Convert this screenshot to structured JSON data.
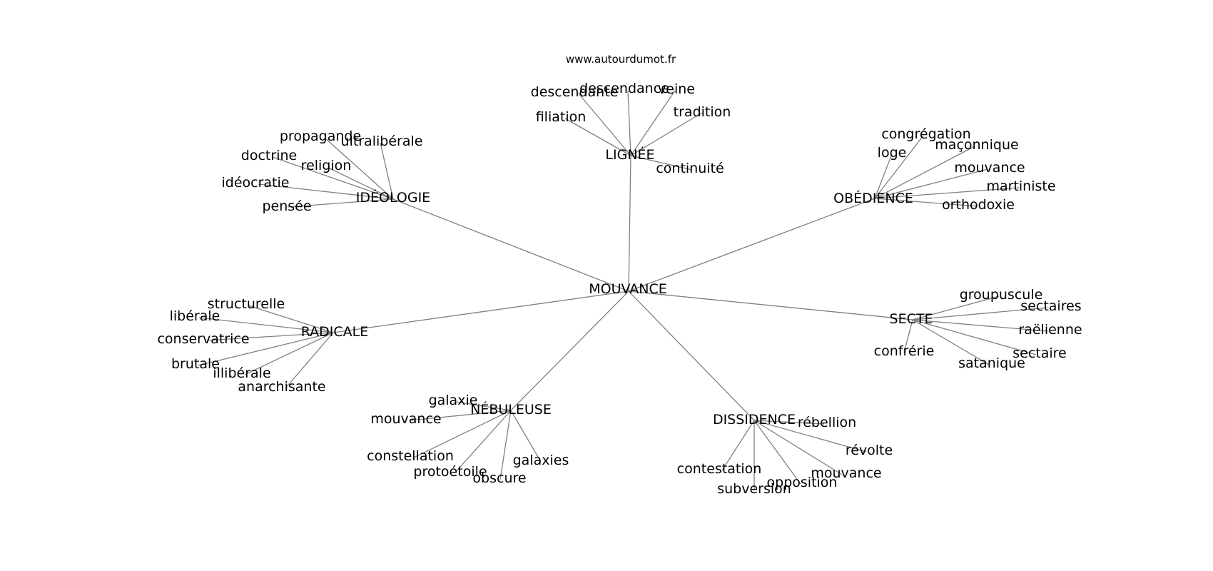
{
  "source": "www.autourdumot.fr",
  "center": "MOUVANCE",
  "clusters": [
    {
      "hub": "LIGNÉE",
      "words": [
        "descendante",
        "descendance",
        "veine",
        "tradition",
        "filiation",
        "continuité"
      ]
    },
    {
      "hub": "IDÉOLOGIE",
      "words": [
        "propagande",
        "ultralibérale",
        "doctrine",
        "religion",
        "idéocratie",
        "pensée"
      ]
    },
    {
      "hub": "OBÉDIENCE",
      "words": [
        "congrégation",
        "loge",
        "maçonnique",
        "mouvance",
        "martiniste",
        "orthodoxie"
      ]
    },
    {
      "hub": "RADICALE",
      "words": [
        "structurelle",
        "libérale",
        "conservatrice",
        "brutale",
        "illibérale",
        "anarchisante"
      ]
    },
    {
      "hub": "SECTE",
      "words": [
        "groupuscule",
        "sectaires",
        "raëlienne",
        "sectaire",
        "confrérie",
        "satanique"
      ]
    },
    {
      "hub": "NÉBULEUSE",
      "words": [
        "galaxie",
        "mouvance",
        "constellation",
        "protoétoile",
        "obscure",
        "galaxies"
      ]
    },
    {
      "hub": "DISSIDENCE",
      "words": [
        "rébellion",
        "révolte",
        "mouvance",
        "opposition",
        "contestation",
        "subversion"
      ]
    }
  ]
}
